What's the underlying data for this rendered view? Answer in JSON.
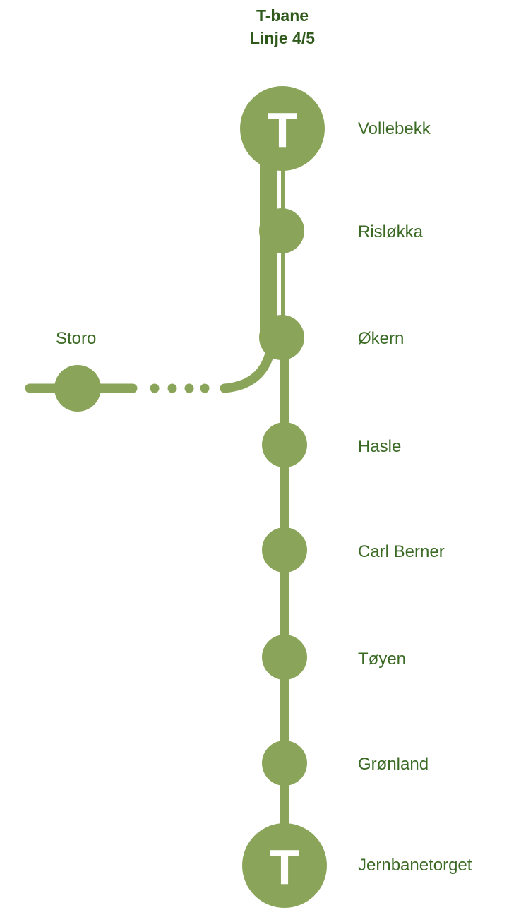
{
  "header": {
    "line1": "T-bane",
    "line2": "Linje 4/5"
  },
  "colors": {
    "line": "#8aa55a",
    "text_title": "#2f5a1c",
    "text_label": "#3a6a24",
    "background": "#ffffff"
  },
  "map": {
    "main_line_stations": [
      {
        "name": "Vollebekk",
        "type": "terminal-metro"
      },
      {
        "name": "Risløkka",
        "type": "stop"
      },
      {
        "name": "Økern",
        "type": "stop"
      },
      {
        "name": "Hasle",
        "type": "stop"
      },
      {
        "name": "Carl Berner",
        "type": "stop"
      },
      {
        "name": "Tøyen",
        "type": "stop"
      },
      {
        "name": "Grønland",
        "type": "stop"
      },
      {
        "name": "Jernbanetorget",
        "type": "terminal-metro"
      }
    ],
    "branch_station": {
      "name": "Storo",
      "type": "stop"
    },
    "metro_symbol": "T"
  }
}
